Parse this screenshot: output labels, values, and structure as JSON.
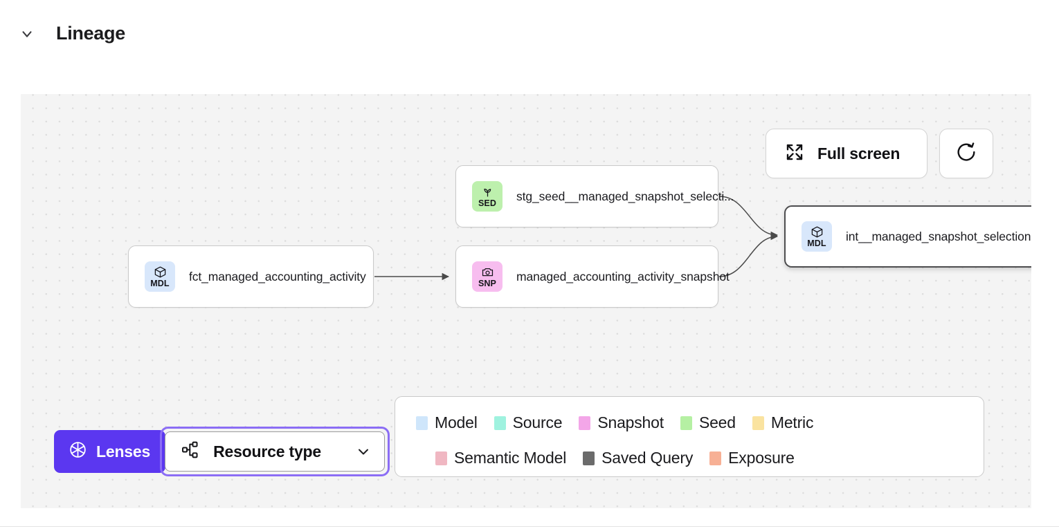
{
  "header": {
    "title": "Lineage",
    "collapse_icon": "chevron-down-icon",
    "expanded": true
  },
  "canvas": {
    "background_color": "#f4f4f4",
    "dot_color": "#dcdcdc",
    "controls": {
      "fullscreen_label": "Full screen",
      "fullscreen_icon": "expand-arrows-icon",
      "refresh_icon": "refresh-icon"
    }
  },
  "graph": {
    "nodes": [
      {
        "id": "fct",
        "label": "fct_managed_accounting_activity",
        "badge_code": "MDL",
        "badge_icon": "cube-icon",
        "badge_color": "#d8e7fb",
        "resource_type": "Model",
        "selected": false
      },
      {
        "id": "stg",
        "label": "stg_seed__managed_snapshot_selecti...",
        "badge_code": "SED",
        "badge_icon": "seedling-icon",
        "badge_color": "#bdf0ad",
        "resource_type": "Seed",
        "selected": false
      },
      {
        "id": "snap",
        "label": "managed_accounting_activity_snapshot",
        "badge_code": "SNP",
        "badge_icon": "camera-icon",
        "badge_color": "#f7bdef",
        "resource_type": "Snapshot",
        "selected": false
      },
      {
        "id": "int",
        "label": "int__managed_snapshot_selection",
        "badge_code": "MDL",
        "badge_icon": "cube-icon",
        "badge_color": "#d8e7fb",
        "resource_type": "Model",
        "selected": true
      }
    ],
    "edges": [
      {
        "from": "fct",
        "to": "snap",
        "style": "straight"
      },
      {
        "from": "stg",
        "to": "int",
        "style": "curve"
      },
      {
        "from": "snap",
        "to": "int",
        "style": "curve"
      }
    ],
    "edge_color": "#4a4a4a"
  },
  "toolbar": {
    "lenses_label": "Lenses",
    "lenses_icon": "aperture-icon",
    "lenses_color": "#5b37f0",
    "resource_type_label": "Resource type",
    "resource_type_icon": "hierarchy-icon",
    "resource_type_chevron": "chevron-down-icon",
    "resource_type_focused": true,
    "focus_ring_color": "#8b6df5"
  },
  "legend": {
    "row1": [
      {
        "label": "Model",
        "color": "#cfe6fb"
      },
      {
        "label": "Source",
        "color": "#9ff2df"
      },
      {
        "label": "Snapshot",
        "color": "#f3a6e8"
      },
      {
        "label": "Seed",
        "color": "#b5f0a3"
      },
      {
        "label": "Metric",
        "color": "#fae3a0"
      }
    ],
    "row2": [
      {
        "label": "Semantic Model",
        "color": "#f0b7c2"
      },
      {
        "label": "Saved Query",
        "color": "#6b6b6b"
      },
      {
        "label": "Exposure",
        "color": "#f7b095"
      }
    ]
  }
}
